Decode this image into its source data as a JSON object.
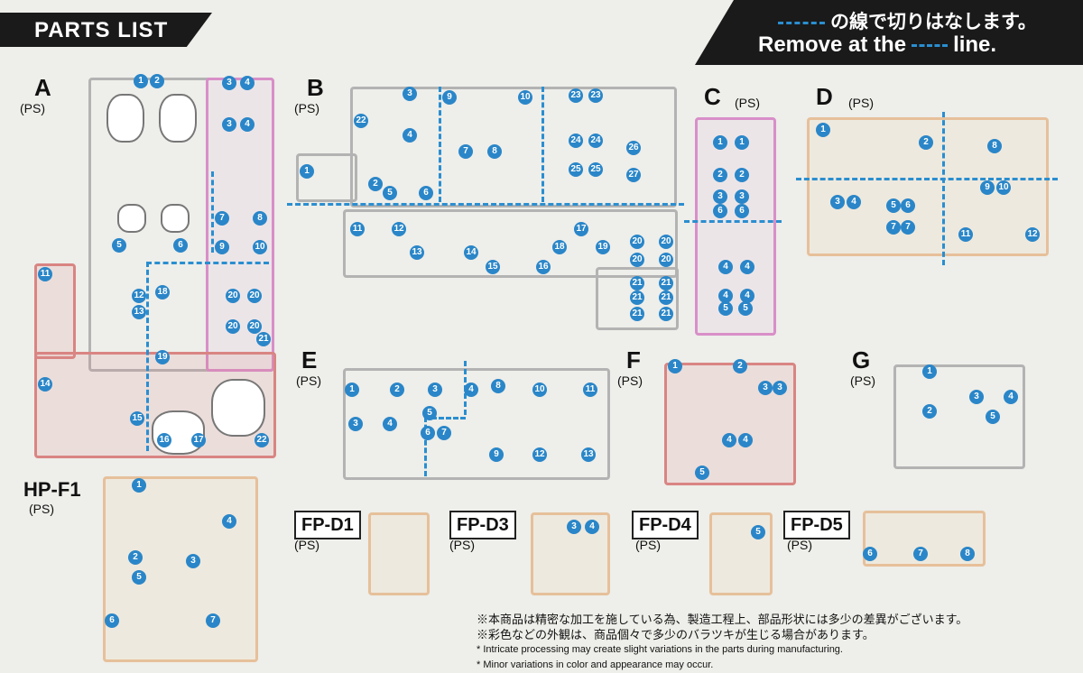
{
  "header": {
    "title": "PARTS LIST"
  },
  "remove_notice": {
    "jp": "の線で切りはなします。",
    "en_before": "Remove at the",
    "en_after": "line."
  },
  "runners": [
    {
      "label": "A",
      "material": "(PS)"
    },
    {
      "label": "B",
      "material": "(PS)"
    },
    {
      "label": "C",
      "material": "(PS)"
    },
    {
      "label": "D",
      "material": "(PS)"
    },
    {
      "label": "E",
      "material": "(PS)"
    },
    {
      "label": "F",
      "material": "(PS)"
    },
    {
      "label": "G",
      "material": "(PS)"
    },
    {
      "label": "HP-F1",
      "material": "(PS)"
    },
    {
      "label": "FP-D1",
      "material": "(PS)"
    },
    {
      "label": "FP-D3",
      "material": "(PS)"
    },
    {
      "label": "FP-D4",
      "material": "(PS)"
    },
    {
      "label": "FP-D5",
      "material": "(PS)"
    }
  ],
  "notes": [
    "※本商品は精密な加工を施している為、製造工程上、部品形状には多少の差異がございます。",
    "※彩色などの外観は、商品個々で多少のバラツキが生じる場合があります。",
    "* Intricate processing may create slight variations in the parts during manufacturing.",
    "* Minor variations in color and appearance may occur."
  ],
  "colors": {
    "accent": "#2a86c8",
    "pink_runner": "#d88fc8",
    "red_runner": "#d98583",
    "tan_runner": "#e6c09a"
  }
}
